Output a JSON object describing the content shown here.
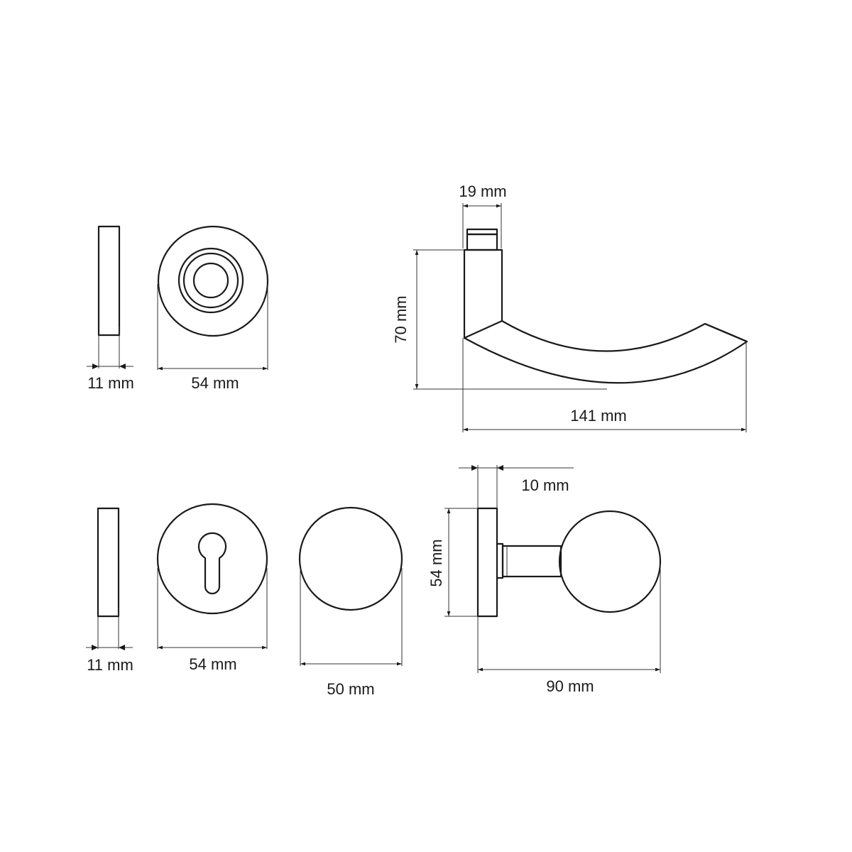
{
  "dimensions": {
    "rose_thickness_top": "11 mm",
    "rose_diameter_top": "54 mm",
    "lever_neck_width": "19 mm",
    "lever_height": "70 mm",
    "lever_length": "141 mm",
    "rose_thickness_bottom": "11 mm",
    "escutcheon_diameter": "54 mm",
    "knob_diameter": "50 mm",
    "knob_rose_thickness": "10 mm",
    "knob_rose_diameter": "54 mm",
    "knob_projection": "90 mm"
  },
  "colors": {
    "line": "#1a1a1a",
    "background": "#ffffff"
  }
}
